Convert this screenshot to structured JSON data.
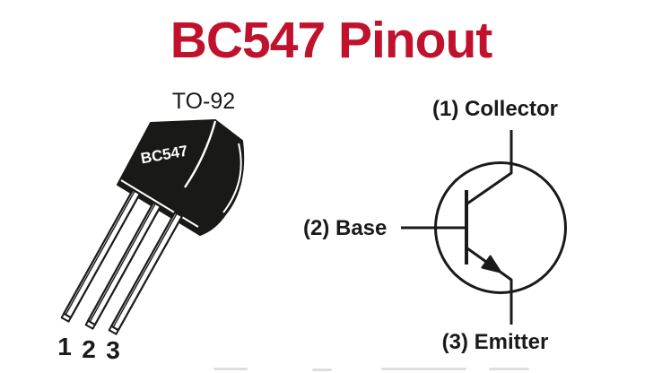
{
  "title": {
    "text": "BC547 Pinout",
    "color": "#c1122d"
  },
  "package_figure": {
    "package_label": "TO-92",
    "body_marking": "BC547",
    "pins": [
      {
        "number": "1"
      },
      {
        "number": "2"
      },
      {
        "number": "3"
      }
    ]
  },
  "symbol_figure": {
    "labels": {
      "collector": "(1) Collector",
      "base": "(2) Base",
      "emitter": "(3) Emitter"
    }
  },
  "colors": {
    "title_red": "#c1122d",
    "ink": "#1a1a1a",
    "package_body": "#191917",
    "lead_fill": "#ffffff",
    "background": "#ffffff"
  }
}
